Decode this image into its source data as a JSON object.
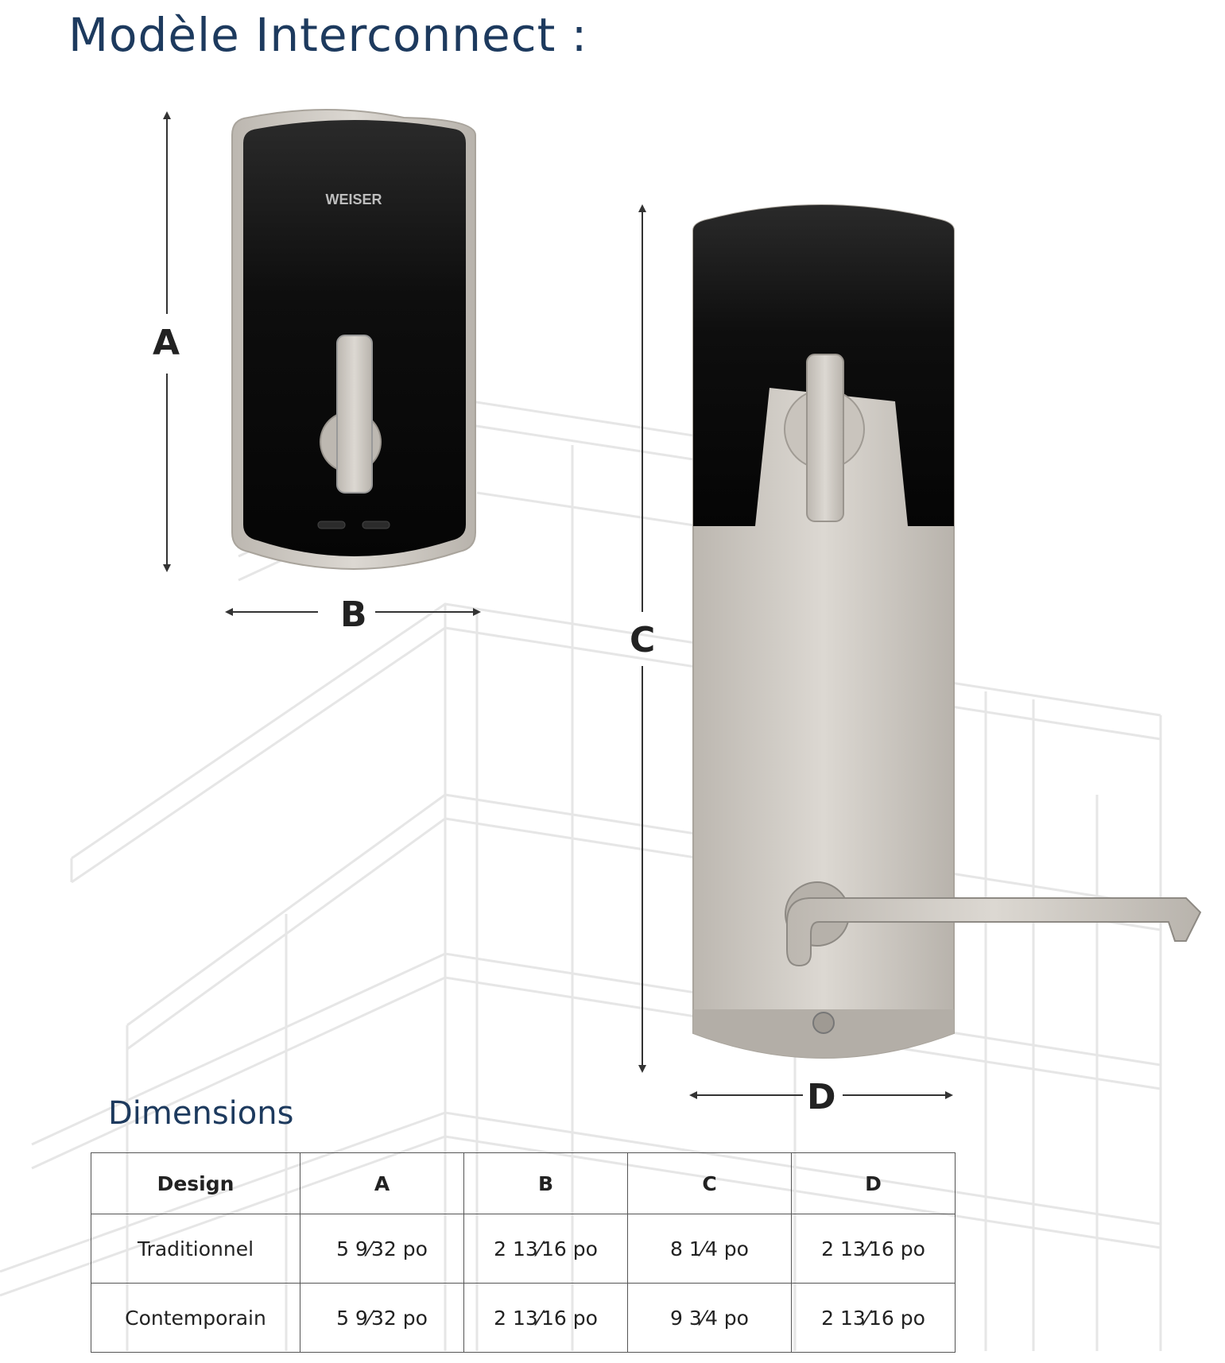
{
  "page": {
    "title": "Modèle Interconnect :",
    "subtitle": "Dimensions"
  },
  "diagram": {
    "label_a": "A",
    "label_b": "B",
    "label_c": "C",
    "label_d": "D",
    "brand_mark": "WEISER"
  },
  "table": {
    "headers": [
      "Design",
      "A",
      "B",
      "C",
      "D"
    ],
    "rows": [
      [
        "Traditionnel",
        "5 9⁄32 po",
        "2 13⁄16 po",
        "8 1⁄4 po",
        "2 13⁄16 po"
      ],
      [
        "Contemporain",
        "5 9⁄32 po",
        "2 13⁄16 po",
        "9 3⁄4 po",
        "2 13⁄16 po"
      ]
    ]
  },
  "colors": {
    "title": "#1d3a5e",
    "lock_black": "#111111",
    "satin_nickel": "#cfcac3"
  }
}
